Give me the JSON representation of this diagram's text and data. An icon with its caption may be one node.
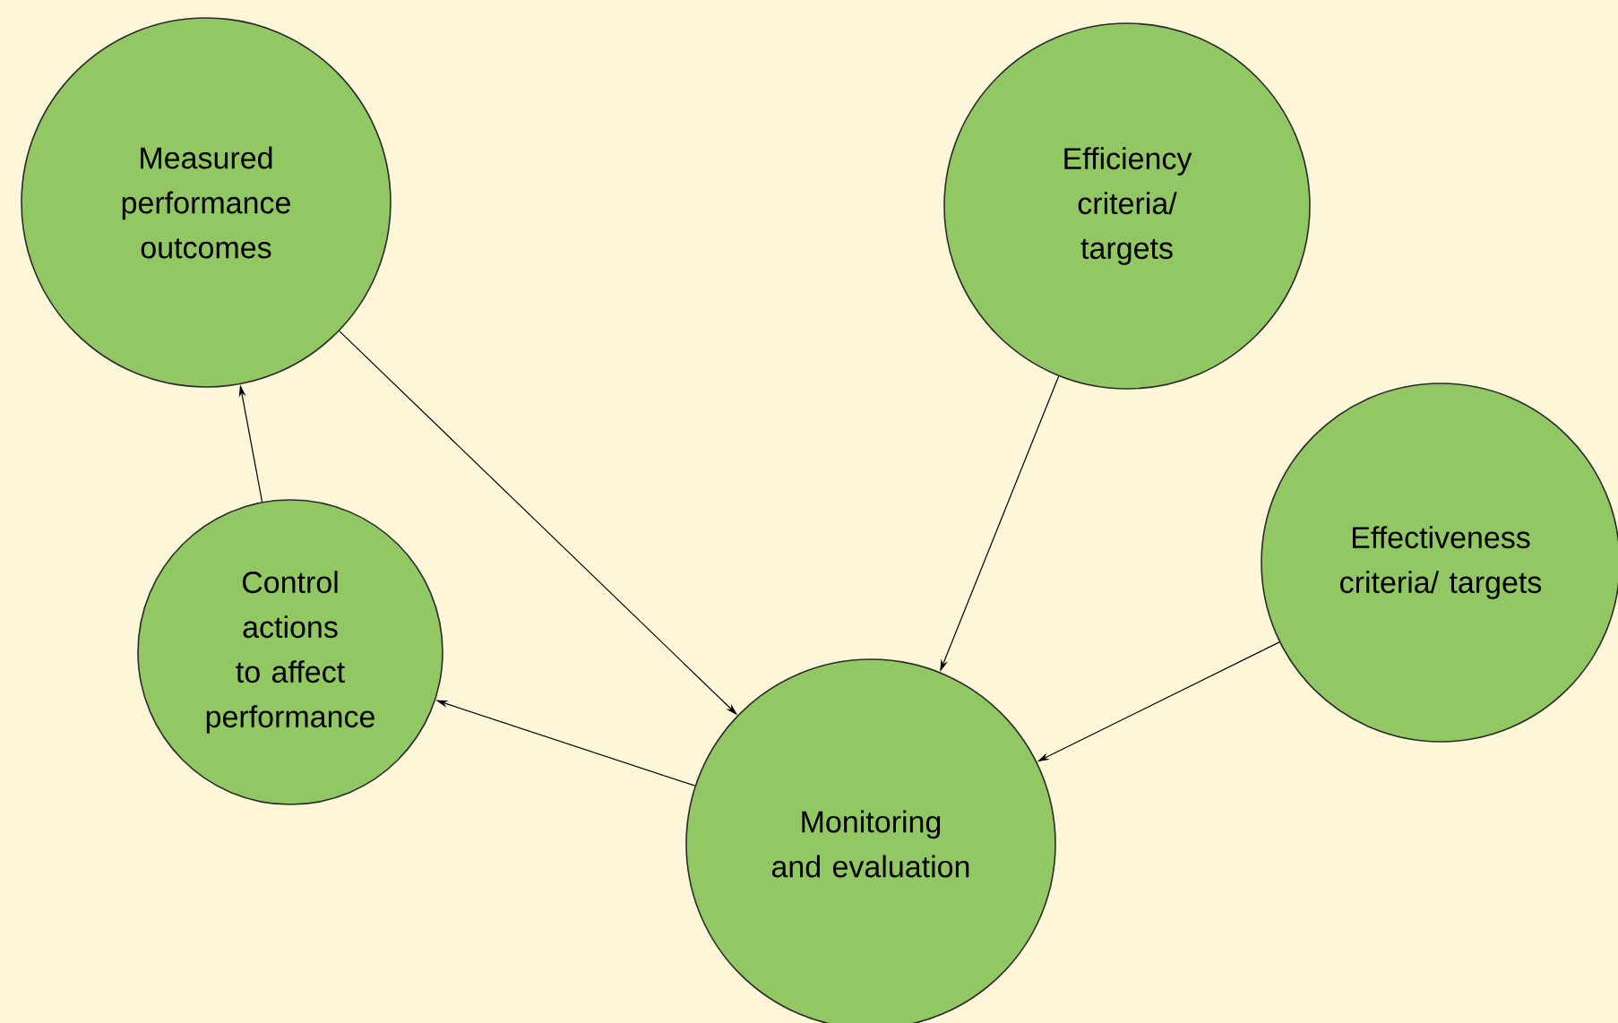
{
  "diagram": {
    "nodes": [
      {
        "text": [
          "Measured performance outcomes"
        ]
      },
      {
        "text": [
          "Efficiency criteria/ targets"
        ]
      },
      {
        "text": [
          "Effectiveness criteria/ targets"
        ]
      },
      {
        "text": [
          "Control actions to affect performance"
        ]
      },
      {
        "text": [
          "Monitoring and evaluation"
        ]
      }
    ],
    "edges": [
      {
        "from": 0,
        "to": 4,
        "arrow": "to"
      },
      {
        "from": 1,
        "to": 4,
        "arrow": "to"
      },
      {
        "from": 2,
        "to": 4,
        "arrow": "to"
      },
      {
        "from": 4,
        "to": 3,
        "arrow": "to"
      },
      {
        "from": 3,
        "to": 0,
        "arrow": "to"
      }
    ]
  }
}
